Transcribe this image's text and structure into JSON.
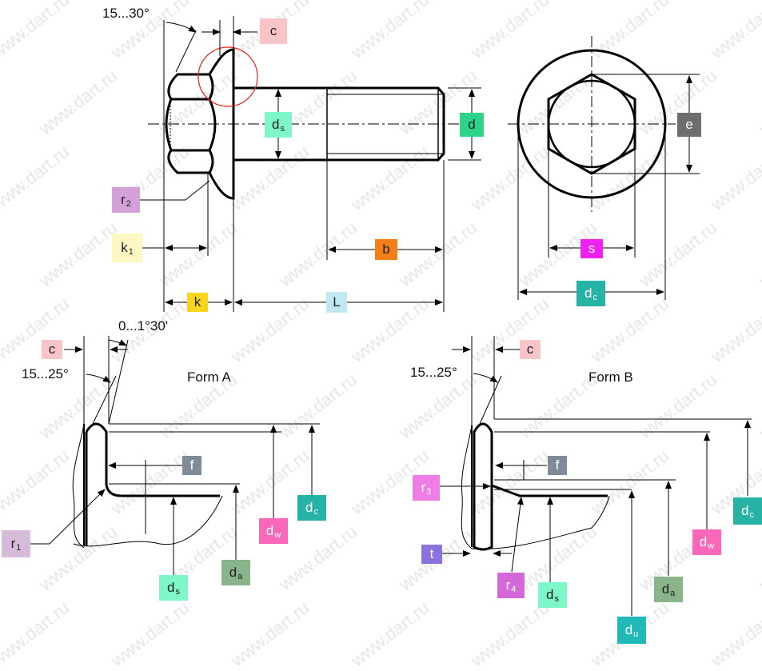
{
  "watermark": "www.dart.ru",
  "colors": {
    "c": "#f9c4c8",
    "d": "#2ed38a",
    "ds": "#7ff6c8",
    "e": "#6e6e6e",
    "r2": "#d4a0d8",
    "k1": "#fdf7c4",
    "b": "#f57f17",
    "s": "#ee22ee",
    "k": "#f7d51c",
    "L": "#bfe8f0",
    "dc": "#27b2a6",
    "f": "#7f8c98",
    "r1": "#d6bcd8",
    "dw": "#f968b8",
    "da": "#8ab48c",
    "r3": "#f07de6",
    "t": "#8c72e0",
    "r4": "#d468d8",
    "du": "#22b8b8"
  },
  "top": {
    "angle_label": "15...30°",
    "c": "c",
    "ds": {
      "main": "d",
      "sub": "s"
    },
    "d": "d",
    "e": "e",
    "r2": {
      "main": "r",
      "sub": "2"
    },
    "k1": {
      "main": "k",
      "sub": "1"
    },
    "b": "b",
    "s": "s",
    "k": "k",
    "L": "L",
    "dc": {
      "main": "d",
      "sub": "c"
    }
  },
  "form_a": {
    "title": "Form A",
    "angle_small": "0...1°30'",
    "angle": "15...25°",
    "c": "c",
    "f": "f",
    "dw": {
      "main": "d",
      "sub": "w"
    },
    "dc": {
      "main": "d",
      "sub": "c"
    },
    "r1": {
      "main": "r",
      "sub": "1"
    },
    "ds": {
      "main": "d",
      "sub": "s"
    },
    "da": {
      "main": "d",
      "sub": "a"
    }
  },
  "form_b": {
    "title": "Form B",
    "angle": "15...25°",
    "c": "c",
    "f": "f",
    "r3": {
      "main": "r",
      "sub": "3"
    },
    "t": "t",
    "dw": {
      "main": "d",
      "sub": "w"
    },
    "dc": {
      "main": "d",
      "sub": "c"
    },
    "r4": {
      "main": "r",
      "sub": "4"
    },
    "ds": {
      "main": "d",
      "sub": "s"
    },
    "da": {
      "main": "d",
      "sub": "a"
    },
    "du": {
      "main": "d",
      "sub": "u"
    }
  }
}
